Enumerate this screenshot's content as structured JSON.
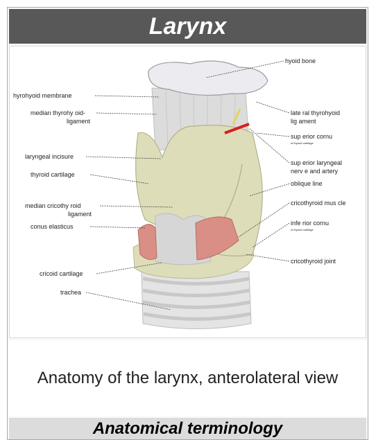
{
  "infobox": {
    "title": "Larynx",
    "caption": "Anatomy of the larynx, anterolateral view",
    "section_heading": "Anatomical terminology"
  },
  "figure": {
    "labels_left": [
      "hyrohyoid membrane",
      "median thyrohy oid-",
      "ligament",
      "laryngeal incisure",
      "thyroid cartilage",
      "median cricothy roid",
      "ligament",
      "conus elasticus",
      "cricoid cartilage",
      "trachea"
    ],
    "labels_right": [
      "hyoid bone",
      "late ral thyrohyoid",
      "lig ament",
      "sup erior cornu",
      "of thyroid cartilage",
      "sup erior laryngeal",
      "nerv e and artery",
      "oblique line",
      "cricothyroid mus cle",
      "infe rior cornu",
      "of thyroid cartilage",
      "cricothyroid joint"
    ],
    "colors": {
      "bone": "#e8e8ec",
      "cartilage": "#deddb9",
      "membrane": "#d4d4d4",
      "muscle": "#d98f85",
      "artery": "#d61e1e",
      "nerve": "#e6d25a"
    }
  }
}
